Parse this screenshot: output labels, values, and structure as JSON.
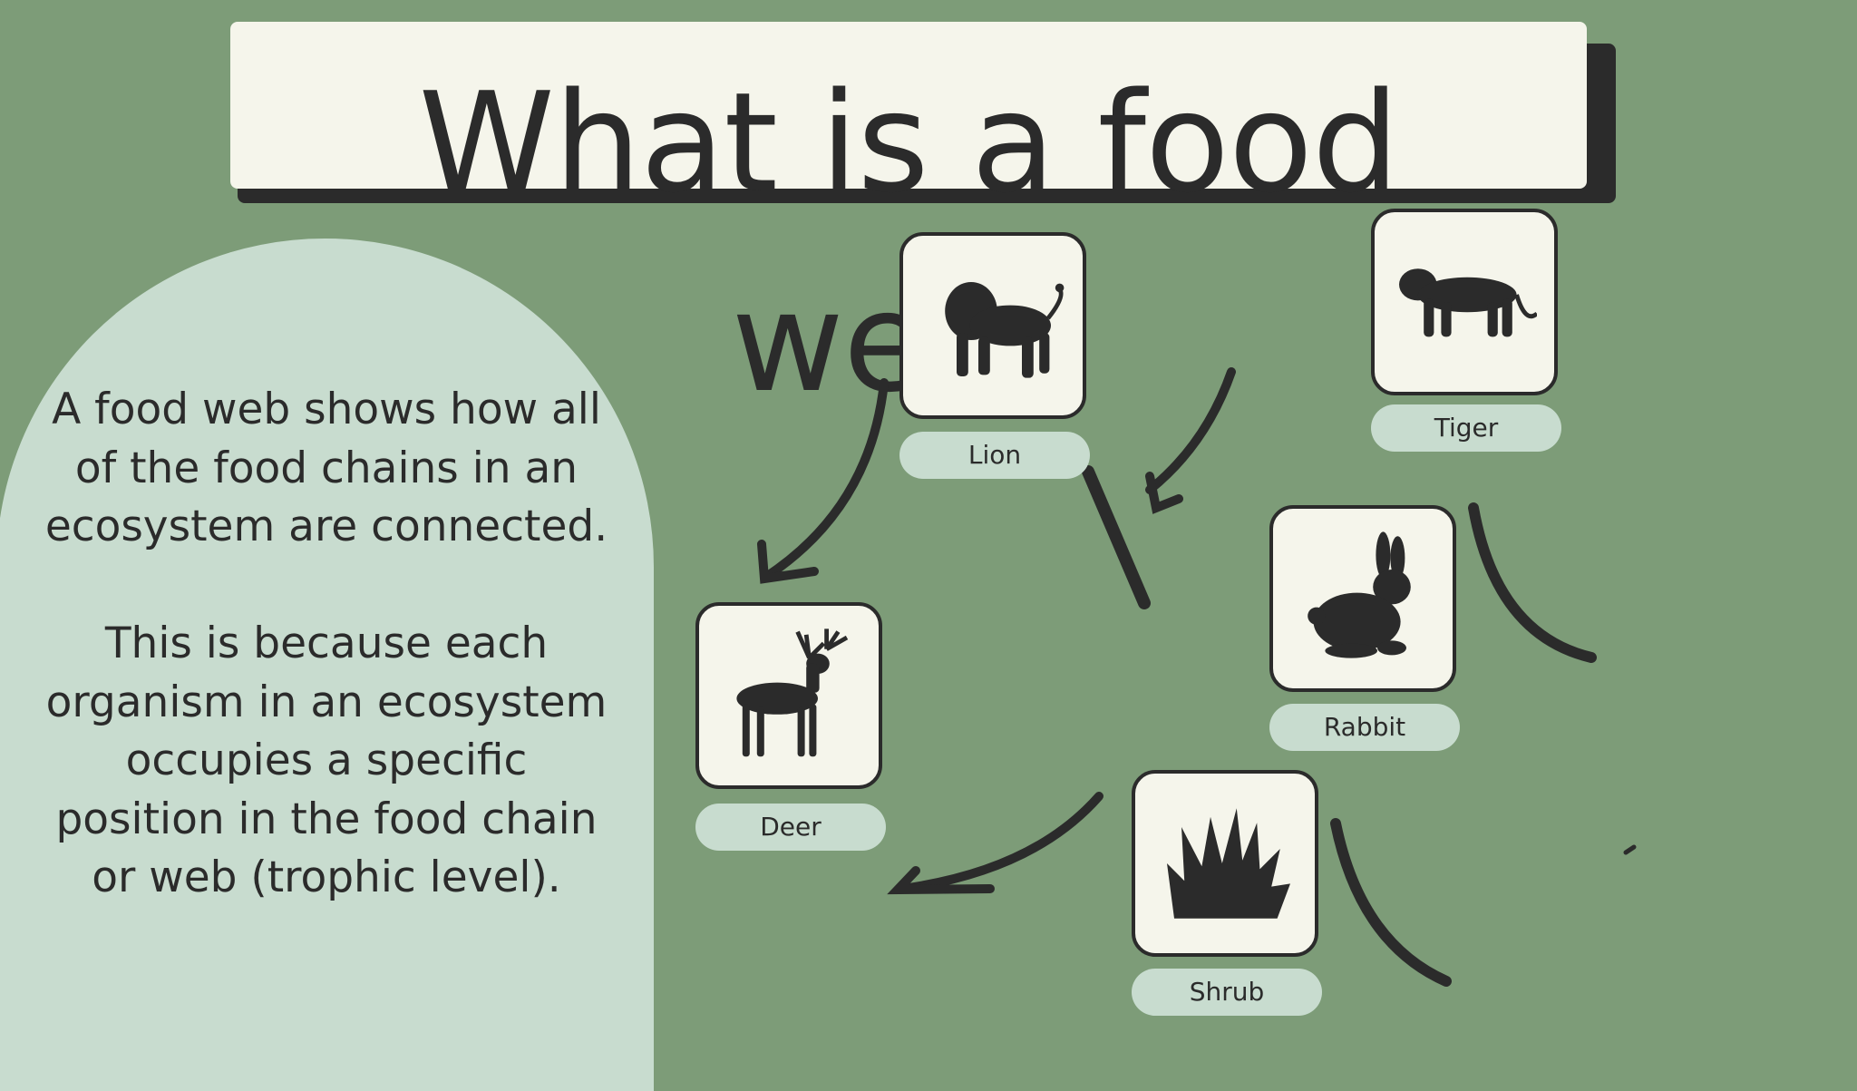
{
  "title": "What is a food web?",
  "description": {
    "paragraph1": "A food web shows how all of the food chains in an ecosystem are connected.",
    "paragraph2": "This is because each organism in an ecosystem occupies a specific position in the food chain or web (trophic level)."
  },
  "organisms": {
    "lion": {
      "label": "Lion",
      "icon": "lion-silhouette-icon"
    },
    "tiger": {
      "label": "Tiger",
      "icon": "tiger-silhouette-icon"
    },
    "rabbit": {
      "label": "Rabbit",
      "icon": "rabbit-silhouette-icon"
    },
    "deer": {
      "label": "Deer",
      "icon": "deer-silhouette-icon"
    },
    "shrub": {
      "label": "Shrub",
      "icon": "shrub-silhouette-icon"
    }
  },
  "colors": {
    "background": "#7d9c78",
    "panel": "#c8dccf",
    "card": "#f5f5eb",
    "ink": "#2b2b2b"
  }
}
